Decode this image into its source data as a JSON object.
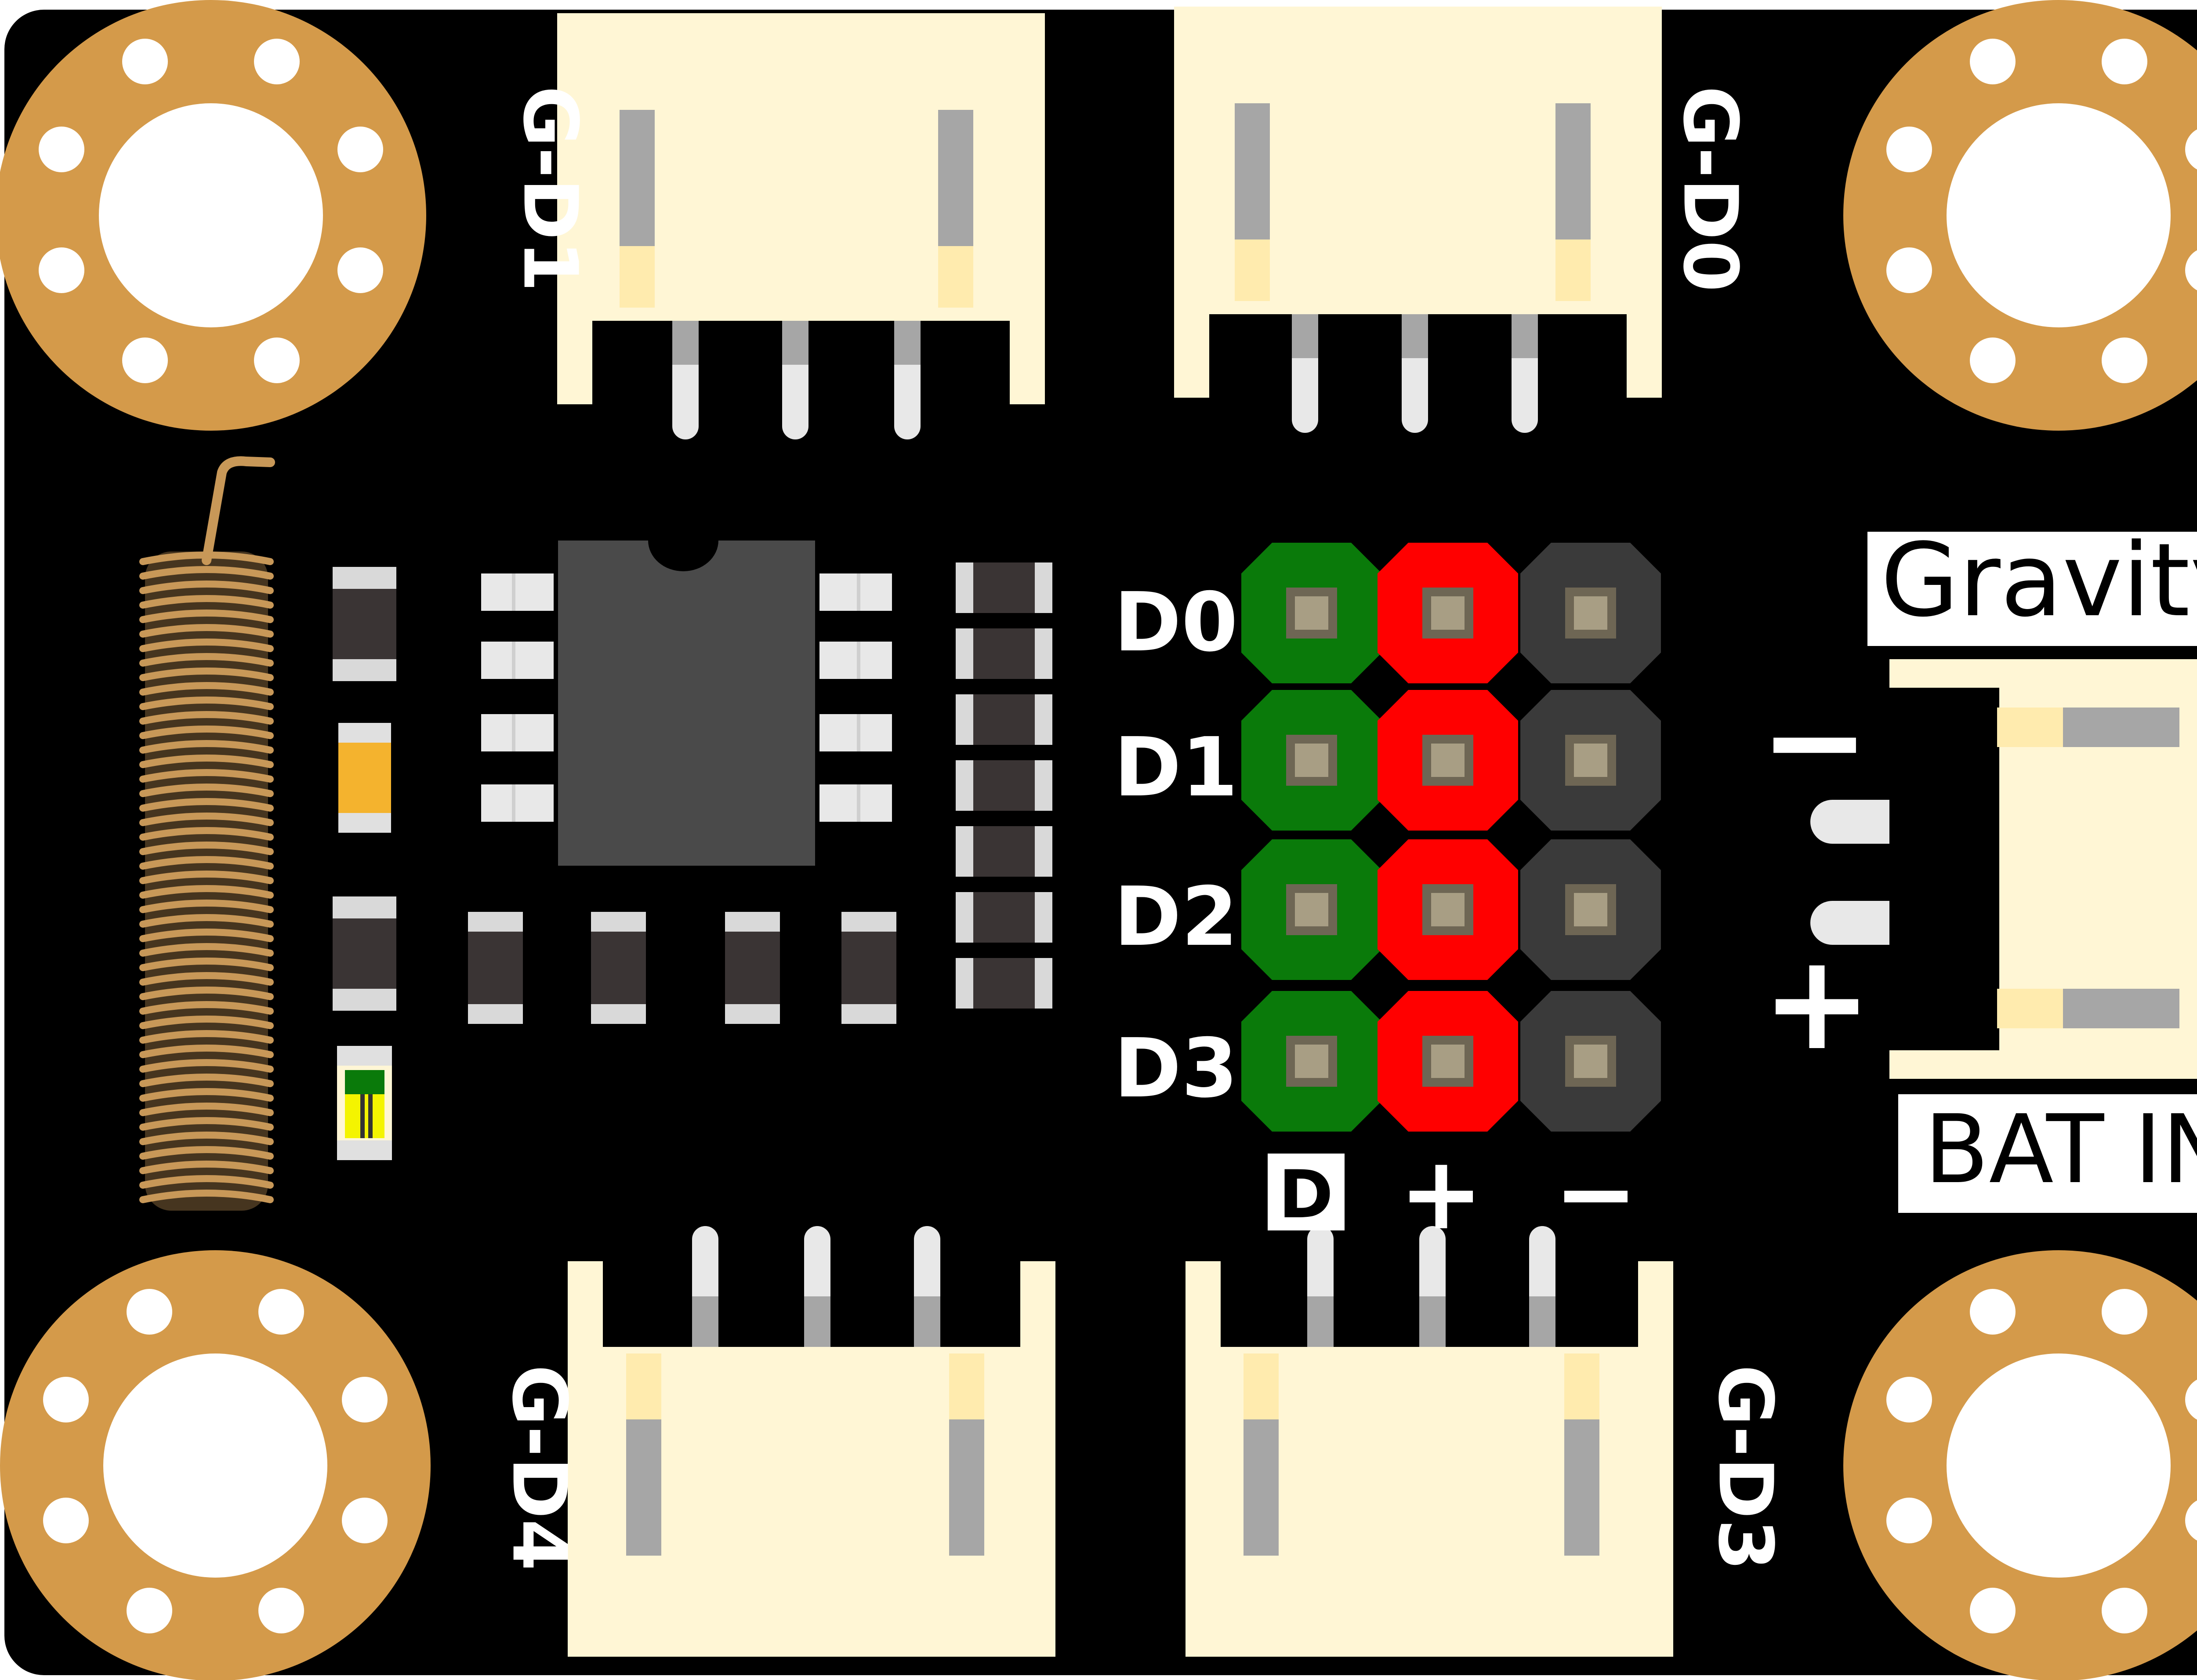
{
  "board": {
    "colors": {
      "pcb": "#000000",
      "mount_ring": "#D49A4A",
      "connector_body": "#FFF6D5",
      "connector_contact": "#A6A6A6",
      "pin_silver": "#E8E8E8",
      "header_signal": "#0A7A0A",
      "header_power": "#FF0000",
      "header_ground": "#3A3A3A",
      "pad": "#9C917A",
      "ic_body": "#4A4A4A",
      "resistor_body": "#3A3434",
      "cap_orange": "#F4B32E",
      "led_green": "#0A7A0A",
      "led_yellow": "#F4F400",
      "antenna_copper": "#C89858"
    },
    "connectors": {
      "g_d1": "G-D1",
      "g_d0": "G-D0",
      "g_d4": "G-D4",
      "g_d3": "G-D3"
    },
    "header": {
      "rows": [
        "D0",
        "D1",
        "D2",
        "D3"
      ],
      "columns": [
        "D",
        "+",
        "−"
      ]
    },
    "power": {
      "title": "Gravity",
      "minus": "−",
      "plus": "+",
      "label": "BAT IN"
    }
  }
}
